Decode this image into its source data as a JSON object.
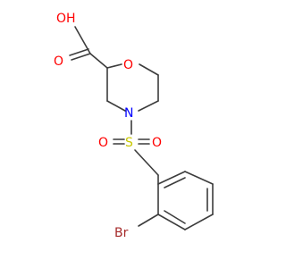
{
  "molecule": {
    "atoms": {
      "carboxyl_oh": "OH",
      "carbonyl_o": "O",
      "ring_o": "O",
      "ring_n": "N",
      "sulfur": "S",
      "sulfonyl_o_left": "O",
      "sulfonyl_o_right": "O",
      "bromine": "Br"
    },
    "colors": {
      "bond": "#3c3c3c",
      "oxygen": "#ff0000",
      "nitrogen": "#0000ff",
      "sulfur": "#c8c800",
      "bromine": "#a52a2a"
    }
  }
}
